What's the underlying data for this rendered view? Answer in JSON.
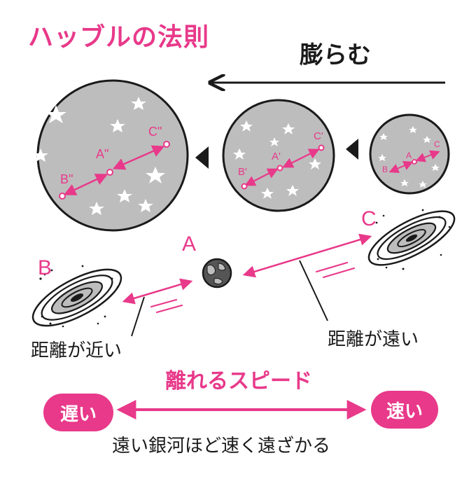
{
  "title": "ハッブルの法則",
  "expansion_label": "膨らむ",
  "points": {
    "a": "A",
    "b": "B",
    "c": "C"
  },
  "sphere_large": {
    "a": "A\"",
    "b": "B\"",
    "c": "C\""
  },
  "sphere_medium": {
    "a": "A'",
    "b": "B'",
    "c": "C'"
  },
  "sphere_small": {
    "a": "A",
    "b": "B",
    "c": "C"
  },
  "distance_near": "距離が近い",
  "distance_far": "距離が遠い",
  "speed_label": "離れるスピード",
  "slow_label": "遅い",
  "fast_label": "速い",
  "summary": "遠い銀河ほど速く遠ざかる",
  "colors": {
    "accent": "#e8398a",
    "sphere": "#bdbdbd",
    "ink": "#1a1a1a"
  }
}
